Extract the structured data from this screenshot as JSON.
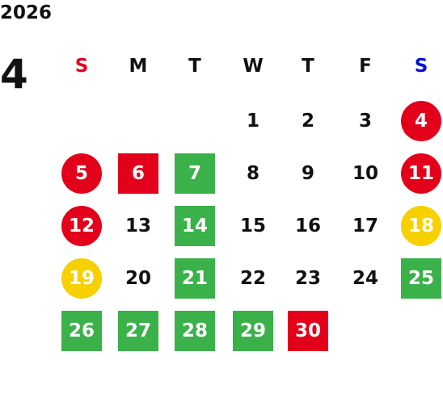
{
  "year": "2026",
  "month": "4",
  "colors": {
    "sunday": "#e8001c",
    "saturday": "#0010d8",
    "weekday": "#111111",
    "red": "#e2001a",
    "green": "#3bb14a",
    "yellow": "#f7d000"
  },
  "weekdays": [
    "S",
    "M",
    "T",
    "W",
    "T",
    "F",
    "S"
  ],
  "weeks": [
    [
      null,
      null,
      null,
      {
        "d": "1",
        "s": "plain"
      },
      {
        "d": "2",
        "s": "plain"
      },
      {
        "d": "3",
        "s": "plain"
      },
      {
        "d": "4",
        "s": "red-circle"
      }
    ],
    [
      {
        "d": "5",
        "s": "red-circle"
      },
      {
        "d": "6",
        "s": "red-square"
      },
      {
        "d": "7",
        "s": "green-square"
      },
      {
        "d": "8",
        "s": "plain"
      },
      {
        "d": "9",
        "s": "plain"
      },
      {
        "d": "10",
        "s": "plain"
      },
      {
        "d": "11",
        "s": "red-circle"
      }
    ],
    [
      {
        "d": "12",
        "s": "red-circle"
      },
      {
        "d": "13",
        "s": "plain"
      },
      {
        "d": "14",
        "s": "green-square"
      },
      {
        "d": "15",
        "s": "plain"
      },
      {
        "d": "16",
        "s": "plain"
      },
      {
        "d": "17",
        "s": "plain"
      },
      {
        "d": "18",
        "s": "yellow-circle"
      }
    ],
    [
      {
        "d": "19",
        "s": "yellow-circle"
      },
      {
        "d": "20",
        "s": "plain"
      },
      {
        "d": "21",
        "s": "green-square"
      },
      {
        "d": "22",
        "s": "plain"
      },
      {
        "d": "23",
        "s": "plain"
      },
      {
        "d": "24",
        "s": "plain"
      },
      {
        "d": "25",
        "s": "green-square"
      }
    ],
    [
      {
        "d": "26",
        "s": "green-square"
      },
      {
        "d": "27",
        "s": "green-square"
      },
      {
        "d": "28",
        "s": "green-square"
      },
      {
        "d": "29",
        "s": "green-square"
      },
      {
        "d": "30",
        "s": "red-square"
      },
      null,
      null
    ]
  ]
}
